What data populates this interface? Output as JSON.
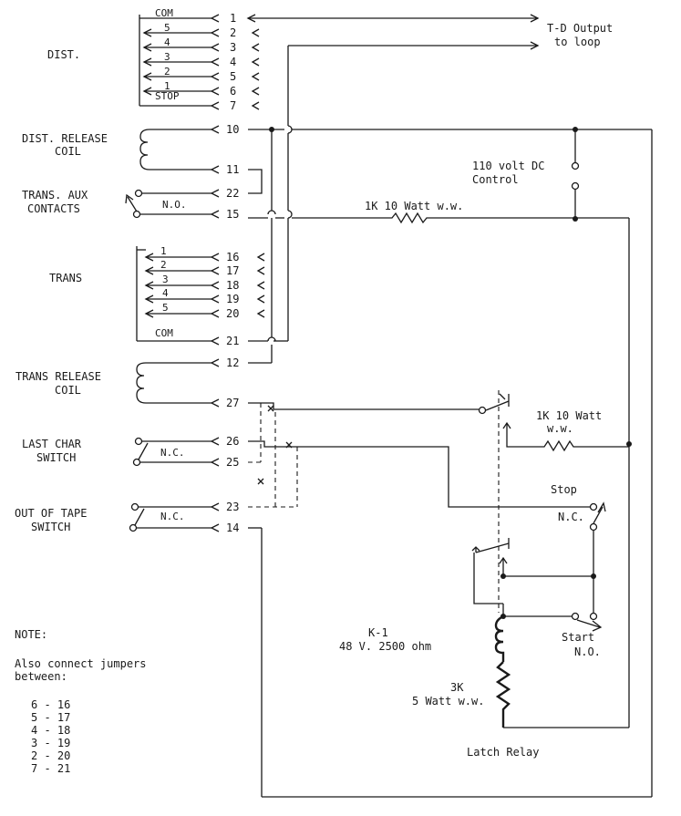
{
  "left_labels": {
    "dist": "DIST.",
    "dist_release_coil_1": "DIST. RELEASE",
    "dist_release_coil_2": "COIL",
    "trans_aux_1": "TRANS. AUX",
    "trans_aux_2": "CONTACTS",
    "trans": "TRANS",
    "trans_release_coil_1": "TRANS RELEASE",
    "trans_release_coil_2": "COIL",
    "last_char_1": "LAST CHAR",
    "last_char_2": "SWITCH",
    "out_of_tape_1": "OUT OF TAPE",
    "out_of_tape_2": "SWITCH"
  },
  "dist_leads": {
    "com": "COM",
    "l5": "5",
    "l4": "4",
    "l3": "3",
    "l2": "2",
    "l1": "1",
    "stop": "STOP"
  },
  "trans_leads": {
    "l1": "1",
    "l2": "2",
    "l3": "3",
    "l4": "4",
    "l5": "5",
    "com": "COM"
  },
  "pins": {
    "p1": "1",
    "p2": "2",
    "p3": "3",
    "p4": "4",
    "p5": "5",
    "p6": "6",
    "p7": "7",
    "p10": "10",
    "p11": "11",
    "p22": "22",
    "p15": "15",
    "p16": "16",
    "p17": "17",
    "p18": "18",
    "p19": "19",
    "p20": "20",
    "p21": "21",
    "p12": "12",
    "p27": "27",
    "p26": "26",
    "p25": "25",
    "p23": "23",
    "p14": "14"
  },
  "contact_labels": {
    "no": "N.O.",
    "nc_last": "N.C.",
    "nc_tape": "N.C.",
    "stop": "Stop",
    "stop_nc": "N.C.",
    "start": "Start",
    "start_no": "N.O."
  },
  "output": {
    "line1": "T-D Output",
    "line2": "to loop"
  },
  "control": {
    "line1": "110 volt DC",
    "line2": "Control"
  },
  "resistors": {
    "r1": "1K 10 Watt w.w.",
    "r2_line1": "1K 10 Watt",
    "r2_line2": "w.w.",
    "r3_line1": "3K",
    "r3_line2": "5 Watt w.w."
  },
  "relay": {
    "name": "K-1",
    "rating": "48 V.  2500 ohm",
    "caption": "Latch Relay"
  },
  "note": {
    "title": "NOTE:",
    "line1": "Also connect jumpers",
    "line2": "between:",
    "jumpers": [
      "6 - 16",
      "5 - 17",
      "4 - 18",
      "3 - 19",
      "2 - 20",
      "7 - 21"
    ]
  }
}
